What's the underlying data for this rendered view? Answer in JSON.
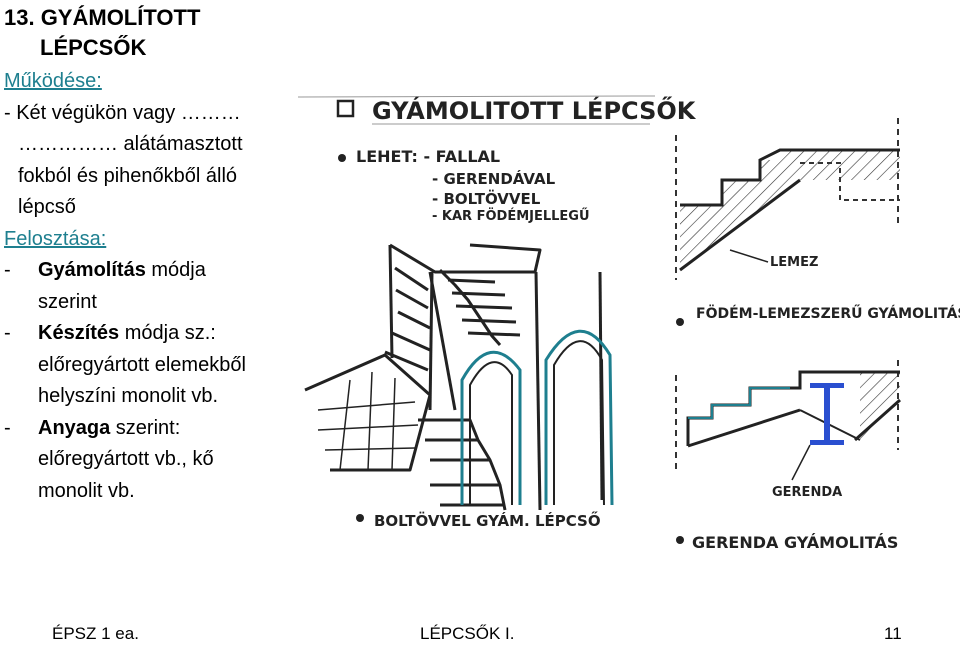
{
  "title": {
    "line1": "13. GYÁMOLÍTOTT",
    "line2": "LÉPCSŐK"
  },
  "content": {
    "mukodes_heading": "Működése:",
    "mukodes_line1": "- Két végükön vagy ………",
    "mukodes_line2": "…………… alátámasztott",
    "mukodes_line3": "fokból és pihenőkből álló",
    "mukodes_line4": "lépcső",
    "felosztas_heading": "Felosztása:",
    "item1_dash": "- ",
    "item1_bold": "Gyámolítás",
    "item1_rest": " módja",
    "item1_line2": "szerint",
    "item2_dash": "- ",
    "item2_bold": "Készítés",
    "item2_rest": " módja sz.:",
    "item2_line2": "előregyártott elemekből",
    "item2_line3": "helyszíni monolit vb.",
    "item3_dash": "- ",
    "item3_bold": "Anyaga",
    "item3_rest": " szerint:",
    "item3_line2": "előregyártott vb., kő",
    "item3_line3": "monolit vb."
  },
  "sketch": {
    "heading": "GYÁMOLITOTT LÉPCSŐK",
    "lehet": "LEHET: - FALLAL",
    "opt1": "- GERENDÁVAL",
    "opt2": "- BOLTÖVVEL",
    "opt3": "- KAR FÖDÉMJELLEGŰ",
    "lemez": "LEMEZ",
    "fodem_caption": "FÖDÉM-LEMEZSZERŰ GYÁMOLITÁS",
    "gerenda": "GERENDA",
    "boltov_caption": "BOLTÖVVEL GYÁM. LÉPCSŐ",
    "gerenda_caption": "GERENDA GYÁMOLITÁS",
    "colors": {
      "teal": "#1e7f8f",
      "steel_blue": "#2a4fd0",
      "ink": "#222222"
    }
  },
  "footer": {
    "left": "ÉPSZ 1 ea.",
    "center": "LÉPCSŐK I.",
    "page": "11"
  }
}
